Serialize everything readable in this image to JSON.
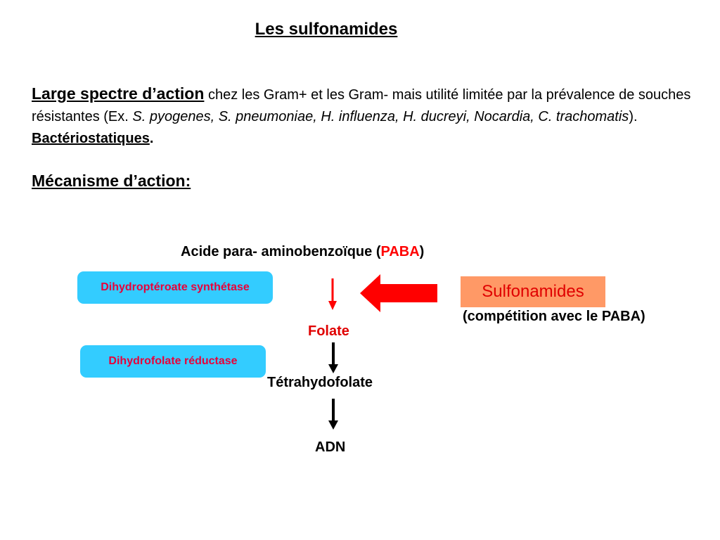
{
  "slide": {
    "title": "Les sulfonamides",
    "intro": {
      "lead": "Large spectre d’action",
      "text1": " chez les Gram+ et les Gram- mais utilité limitée par la prévalence de souches résistantes (Ex. ",
      "species": "S. pyogenes, S. pneumoniae, H. influenza, H. ducreyi, Nocardia, C. trachomatis",
      "text2": ").  ",
      "effect": "Bactériostatiques",
      "period": "."
    },
    "mechanism_heading": "Mécanisme d’action:"
  },
  "pathway": {
    "substrate_prefix": "Acide para- aminobenzoïque (",
    "substrate_abbr": "PABA",
    "substrate_suffix": ")",
    "enzyme1": "Dihydroptéroate synthétase",
    "enzyme2": "Dihydrofolate réductase",
    "product1": "Folate",
    "product2": "Tétrahydofolate",
    "product3": "ADN",
    "inhibitor": "Sulfonamides",
    "inhibitor_note": "(compétition avec le PABA)"
  },
  "colors": {
    "accent_red": "#ff0000",
    "enzyme_bg": "#33ccff",
    "inhibitor_bg": "#ff9966"
  }
}
